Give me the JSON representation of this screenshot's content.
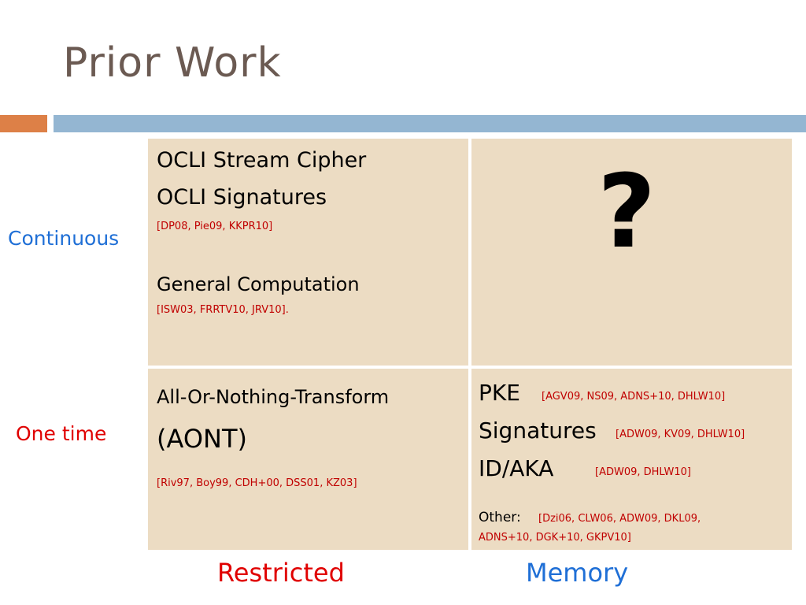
{
  "slide": {
    "title": "Prior Work",
    "row_labels": {
      "continuous": "Continuous",
      "one_time": "One time"
    },
    "column_labels": {
      "restricted": "Restricted",
      "memory": "Memory"
    },
    "cells": {
      "continuous_restricted": {
        "line1": "OCLI Stream Cipher",
        "line2": "OCLI Signatures",
        "ref1": "[DP08, Pie09, KKPR10]",
        "line3": "General Computation",
        "ref2": "[ISW03, FRRTV10, JRV10]."
      },
      "continuous_memory": {
        "symbol": "?"
      },
      "onetime_restricted": {
        "line1": "All-Or-Nothing-Transform",
        "line2": "(AONT)",
        "ref": "[Riv97, Boy99, CDH+00, DSS01, KZ03]"
      },
      "onetime_memory": {
        "pke": "PKE",
        "pke_ref": "[AGV09, NS09, ADNS+10, DHLW10]",
        "sig": "Signatures",
        "sig_ref": "[ADW09, KV09, DHLW10]",
        "idaka": "ID/AKA",
        "idaka_ref": "[ADW09, DHLW10]",
        "other": "Other:",
        "other_ref1": "[Dzi06, CLW06, ADW09, DKL09,",
        "other_ref2": "ADNS+10, DGK+10, GKPV10]"
      }
    },
    "colors": {
      "title": "#6b5a52",
      "accent_orange": "#dd8047",
      "accent_blue": "#94b6d2",
      "cell_bg": "#ecdcc3",
      "blue_label": "#1f6fd6",
      "red_label": "#e00000",
      "ref_red": "#c00000"
    }
  }
}
